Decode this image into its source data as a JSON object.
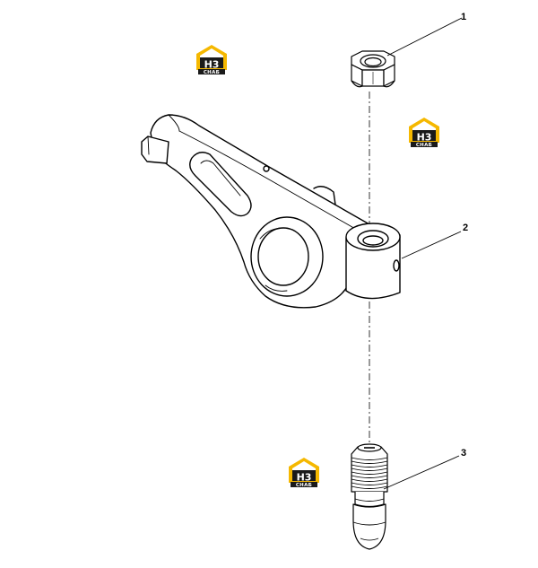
{
  "callouts": [
    {
      "number": "1",
      "part": "nut"
    },
    {
      "number": "2",
      "part": "rocker-arm"
    },
    {
      "number": "3",
      "part": "adjusting-screw"
    }
  ],
  "watermark": {
    "mark": "H3",
    "sub": "CHAБ",
    "colors": {
      "accent": "#f5b800",
      "dark": "#1a1a1a",
      "light": "#ffffff"
    }
  }
}
